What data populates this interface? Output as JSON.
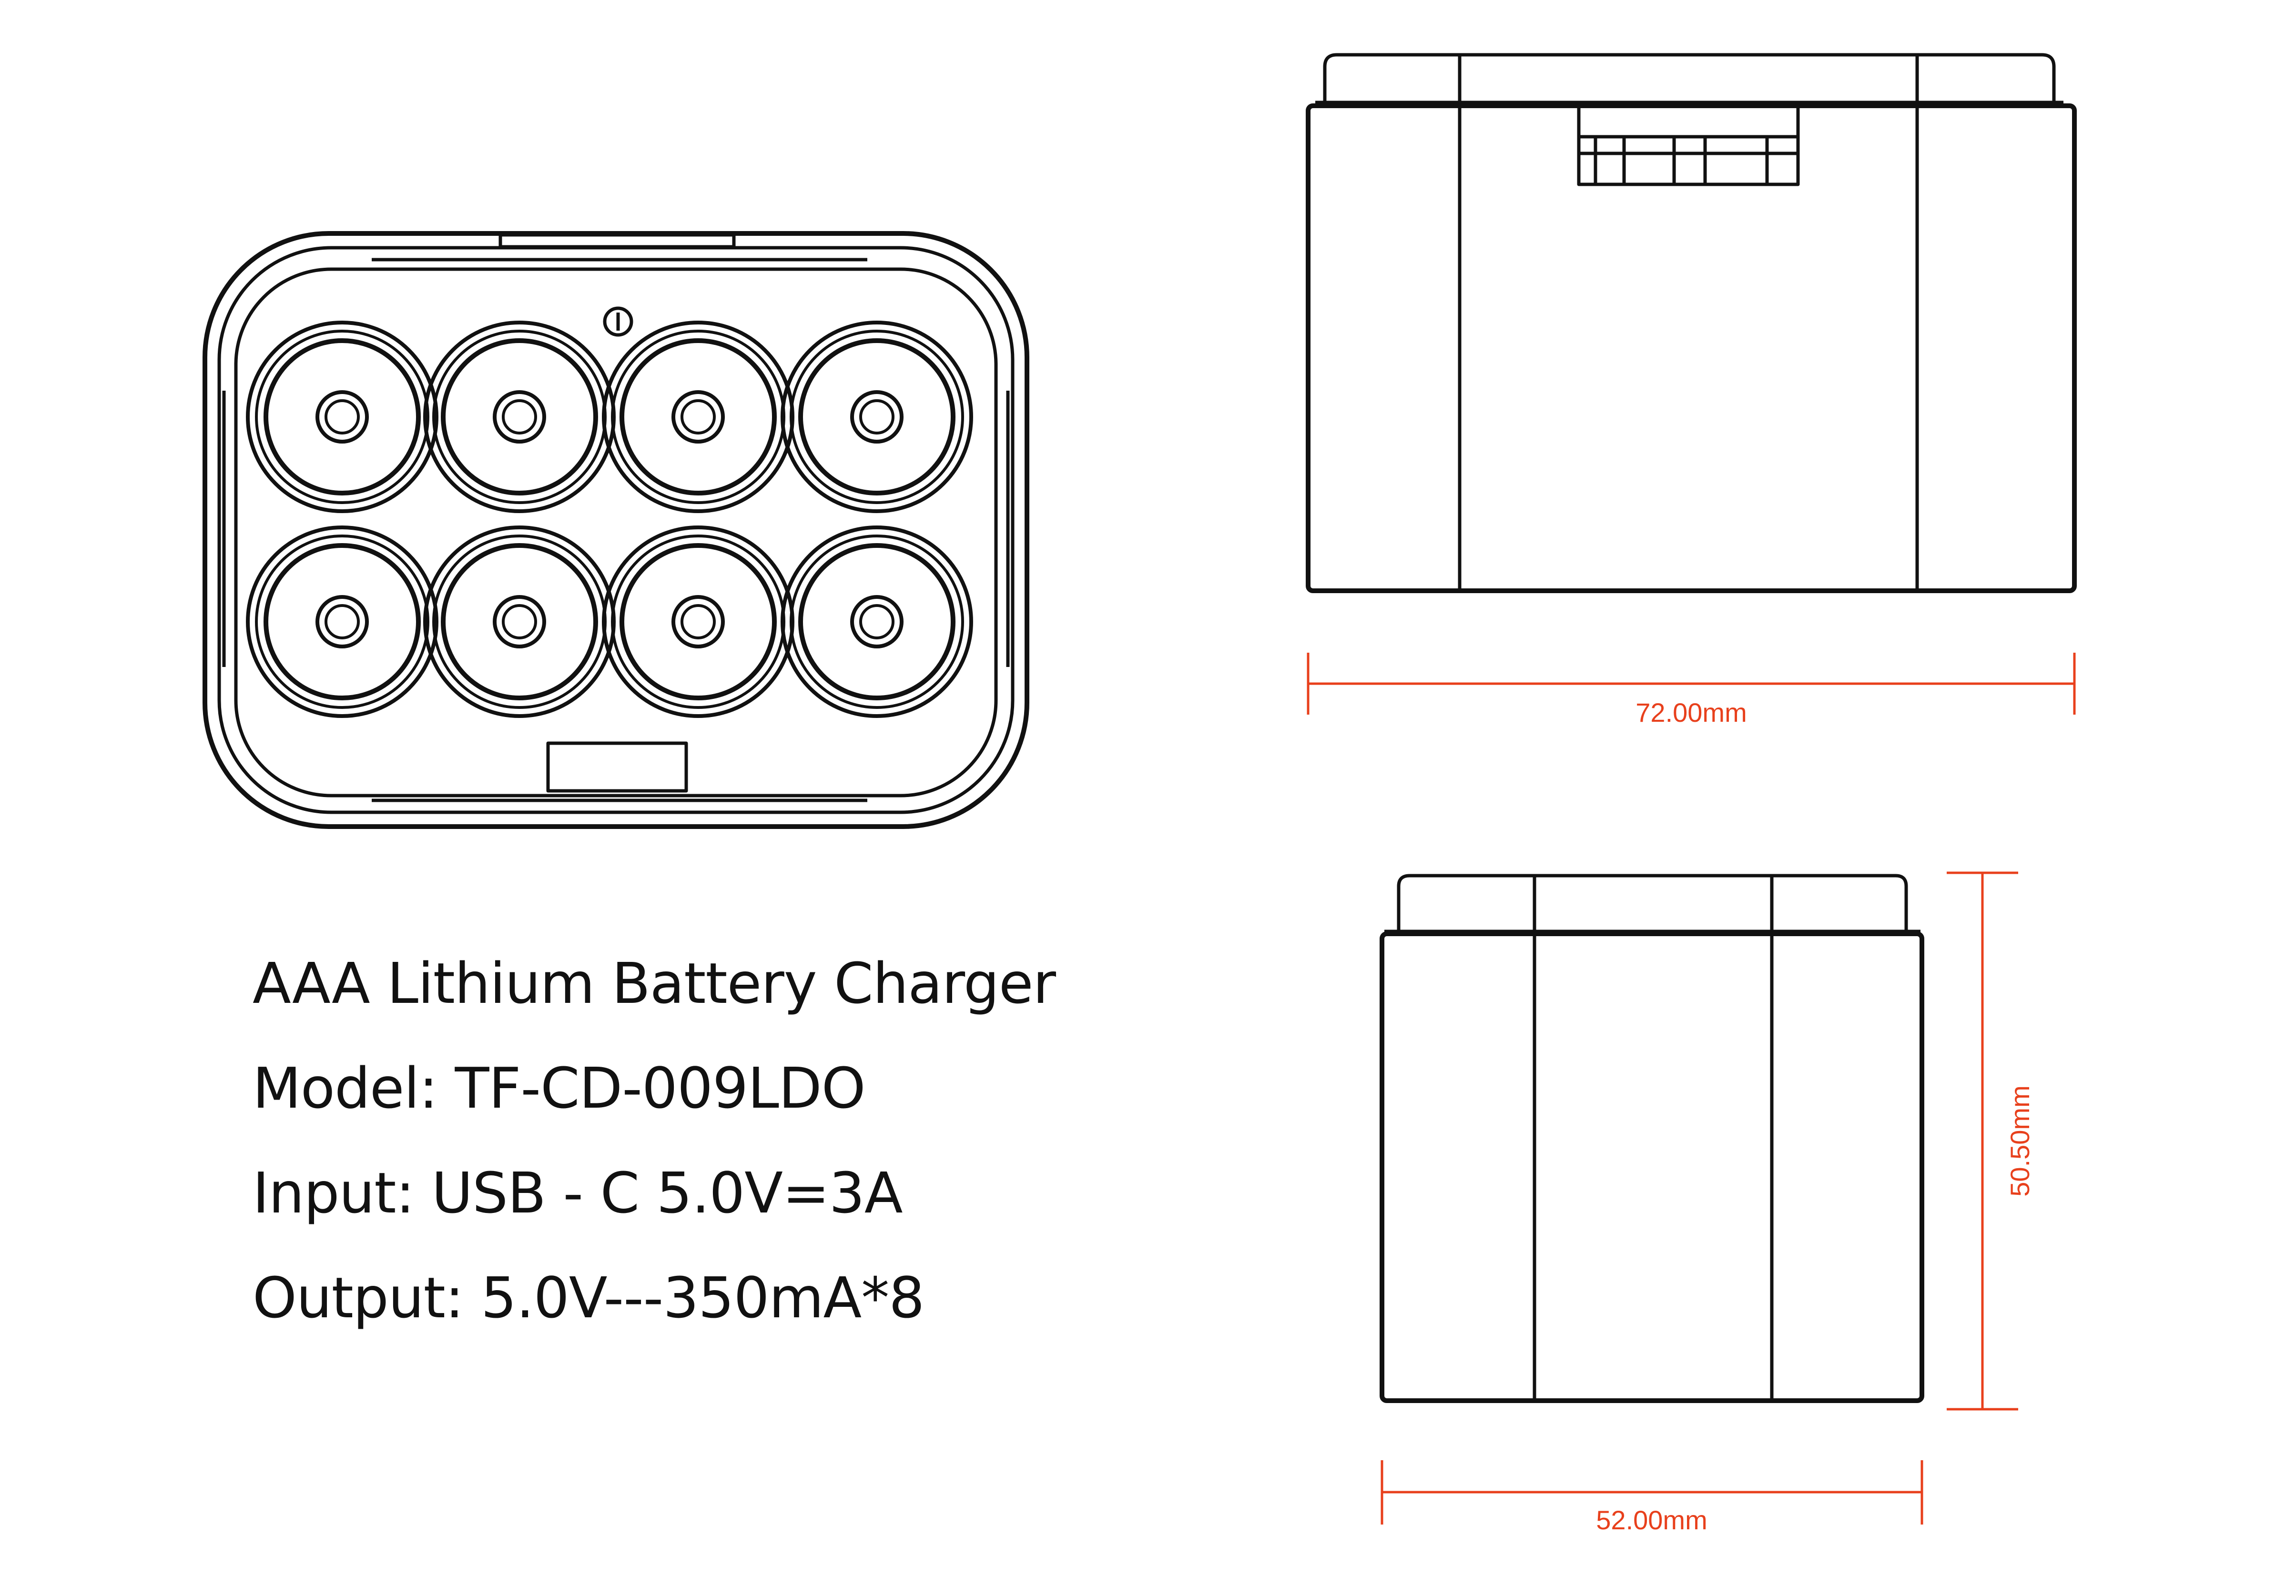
{
  "product": {
    "title": "AAA Lithium Battery Charger",
    "model": "Model: TF-CD-009LDO",
    "input": "Input: USB - C 5.0V=3A",
    "output": "Output: 5.0V---350mA*8"
  },
  "dimensions": {
    "width": "72.00mm",
    "depth": "52.00mm",
    "height": "50.50mm"
  },
  "colors": {
    "line": "#111111",
    "dimension": "#e8401c"
  }
}
